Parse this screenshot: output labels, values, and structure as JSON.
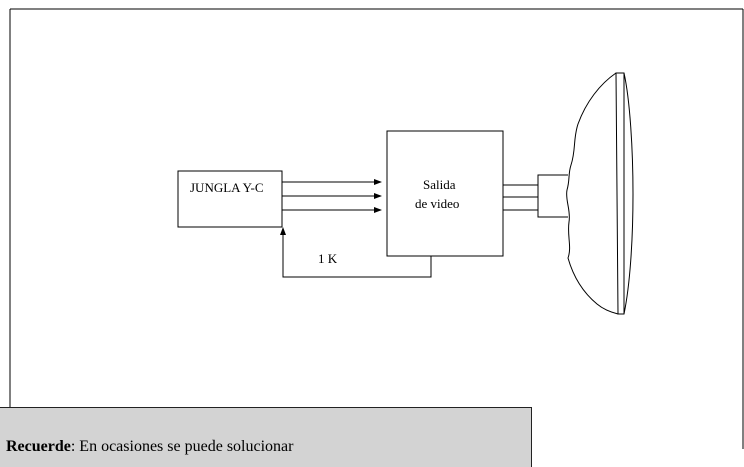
{
  "diagram": {
    "jungla_label": "JUNGLA Y-C",
    "salida_line1": "Salida",
    "salida_line2": "de video",
    "feedback_label": "1 K"
  },
  "note": {
    "label": "Recuerde",
    "text": ": En ocasiones se puede solucionar"
  }
}
